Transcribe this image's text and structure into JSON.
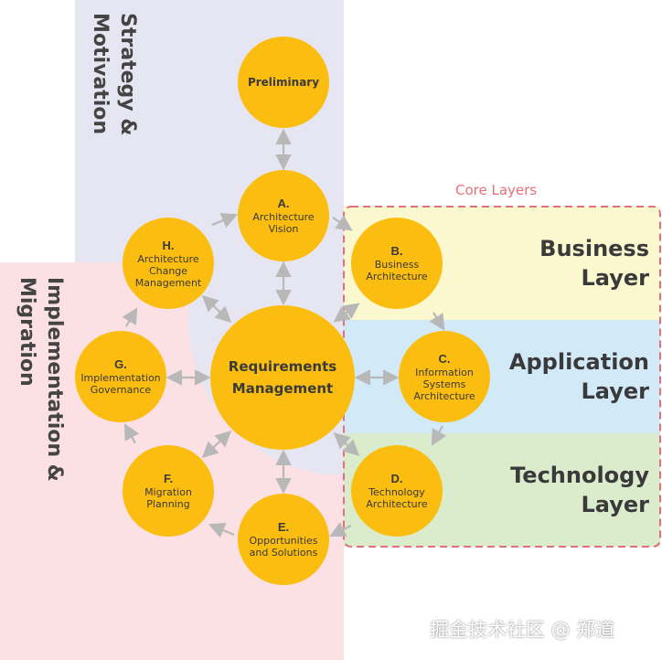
{
  "regions": {
    "strategy": {
      "label": "Strategy &\nMotivation",
      "color": "#e6e6f2"
    },
    "implementation": {
      "label": "Implementation &\nMigration",
      "color": "#fbe0e4"
    }
  },
  "core_layers": {
    "title": "Core Layers",
    "border_color": "#e0707a",
    "layers": [
      {
        "id": "business",
        "label": "Business\nLayer",
        "color": "#fbf7cf"
      },
      {
        "id": "application",
        "label": "Application\nLayer",
        "color": "#d2e9f8"
      },
      {
        "id": "technology",
        "label": "Technology\nLayer",
        "color": "#dbeccd"
      }
    ]
  },
  "nodes": {
    "preliminary": {
      "letter": "",
      "name": "Preliminary"
    },
    "a": {
      "letter": "A.",
      "name": "Architecture\nVision"
    },
    "b": {
      "letter": "B.",
      "name": "Business\nArchitecture"
    },
    "c": {
      "letter": "C.",
      "name": "Information\nSystems\nArchitecture"
    },
    "d": {
      "letter": "D.",
      "name": "Technology\nArchitecture"
    },
    "e": {
      "letter": "E.",
      "name": "Opportunities\nand Solutions"
    },
    "f": {
      "letter": "F.",
      "name": "Migration\nPlanning"
    },
    "g": {
      "letter": "G.",
      "name": "Implementation\nGovernance"
    },
    "h": {
      "letter": "H.",
      "name": "Architecture\nChange\nManagement"
    },
    "req": {
      "letter": "",
      "name": "Requirements\nManagement"
    }
  },
  "colors": {
    "node": "#fbbd0f",
    "arrow": "#b8b8b8"
  },
  "watermark": "掘金技术社区 @ 郑道"
}
